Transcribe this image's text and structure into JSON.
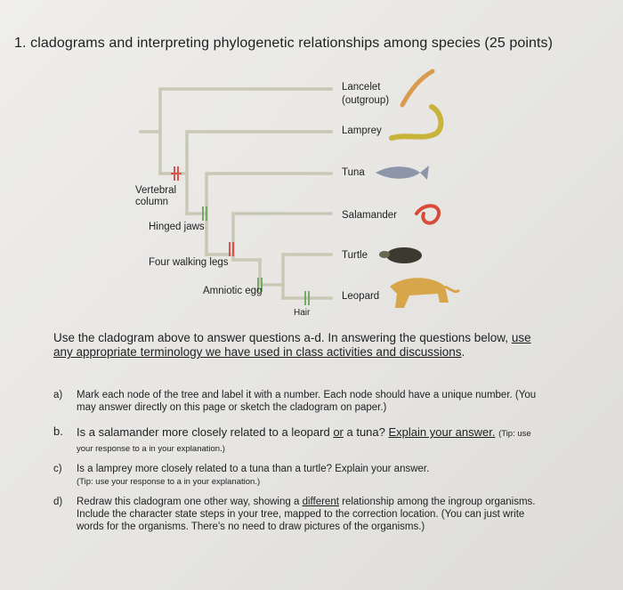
{
  "title": "1. cladograms and interpreting phylogenetic relationships among species (25 points)",
  "taxa": [
    {
      "name": "Lancelet",
      "note": "(outgroup)"
    },
    {
      "name": "Lamprey"
    },
    {
      "name": "Tuna"
    },
    {
      "name": "Salamander"
    },
    {
      "name": "Turtle"
    },
    {
      "name": "Leopard"
    }
  ],
  "traits": {
    "vertebral_column": "Vertebral column",
    "hinged_jaws": "Hinged jaws",
    "four_walking_legs": "Four walking legs",
    "amniotic_egg": "Amniotic egg",
    "hair": "Hair"
  },
  "instructions": {
    "p1": "Use the cladogram above to answer questions a-d. In answering the questions below, ",
    "p2": "use any appropriate terminology we have used in class activities and discussions",
    "p3": "."
  },
  "questions": {
    "a": {
      "marker": "a)",
      "text": "Mark each node of the tree and label it with a number. Each node should have a unique number. (You may answer directly on this page or sketch the cladogram on paper.)"
    },
    "b": {
      "marker": "b.",
      "text1": "Is a salamander more closely related to a leopard ",
      "or": "or",
      "text2": " a tuna? ",
      "explain": "Explain your answer.",
      "tip": "(Tip: use your response to a in your explanation.)"
    },
    "c": {
      "marker": "c)",
      "text": "Is a lamprey more closely related to a tuna than a turtle? Explain your answer.",
      "tip": "(Tip: use your response to a in your explanation.)"
    },
    "d": {
      "marker": "d)",
      "text1": "Redraw this cladogram one other way, showing a ",
      "different": "different",
      "text2": " relationship among the ingroup organisms. Include the character state steps in your tree, mapped to the correction location. (You can just write words for the organisms. There's no need to draw pictures of the organisms.)"
    }
  },
  "colors": {
    "branch": "#c9c8b6",
    "trait_mark_red": "#d9534f",
    "trait_mark_green": "#7aa76a"
  },
  "icons": [
    "lancelet-icon",
    "lamprey-icon",
    "tuna-icon",
    "salamander-icon",
    "turtle-icon",
    "leopard-icon"
  ]
}
